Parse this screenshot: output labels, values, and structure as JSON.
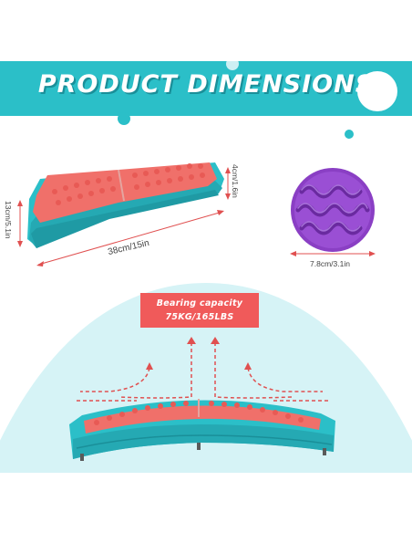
{
  "banner": {
    "title": "PRODUCT DIMENSIONS"
  },
  "dimensions": {
    "length": "38cm/15in",
    "width": "13cm/5.1in",
    "height": "4cm/1.6in",
    "pad_diameter": "7.8cm/3.1in"
  },
  "capacity": {
    "line1": "Bearing capacity",
    "line2": "75KG/165LBS"
  },
  "colors": {
    "teal": "#2bbfc8",
    "teal_dark": "#1a8f99",
    "coral": "#f0706a",
    "purple": "#8a3fc4",
    "red_label": "#f05a5a",
    "light_cyan": "#d6f3f6"
  }
}
